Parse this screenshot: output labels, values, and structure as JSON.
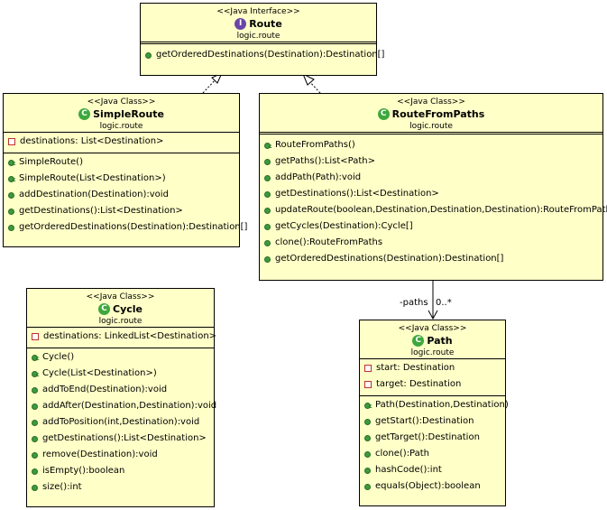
{
  "diagram": {
    "classes": {
      "route": {
        "stereotype": "<<Java Interface>>",
        "name": "Route",
        "icon": "interface-icon",
        "package": "logic.route",
        "fields": [],
        "methods": [
          "getOrderedDestinations(Destination):Destination[]"
        ]
      },
      "simpleroute": {
        "stereotype": "<<Java Class>>",
        "name": "SimpleRoute",
        "icon": "class-icon",
        "package": "logic.route",
        "fields": [
          "destinations: List<Destination>"
        ],
        "methods": [
          "SimpleRoute()",
          "SimpleRoute(List<Destination>)",
          "addDestination(Destination):void",
          "getDestinations():List<Destination>",
          "getOrderedDestinations(Destination):Destination[]"
        ]
      },
      "routefrompaths": {
        "stereotype": "<<Java Class>>",
        "name": "RouteFromPaths",
        "icon": "class-icon",
        "package": "logic.route",
        "fields": [],
        "methods": [
          "RouteFromPaths()",
          "getPaths():List<Path>",
          "addPath(Path):void",
          "getDestinations():List<Destination>",
          "updateRoute(boolean,Destination,Destination,Destination):RouteFromPaths",
          "getCycles(Destination):Cycle[]",
          "clone():RouteFromPaths",
          "getOrderedDestinations(Destination):Destination[]"
        ]
      },
      "cycle": {
        "stereotype": "<<Java Class>>",
        "name": "Cycle",
        "icon": "class-icon",
        "package": "logic.route",
        "fields": [
          "destinations: LinkedList<Destination>"
        ],
        "methods": [
          "Cycle()",
          "Cycle(List<Destination>)",
          "addToEnd(Destination):void",
          "addAfter(Destination,Destination):void",
          "addToPosition(int,Destination):void",
          "getDestinations():List<Destination>",
          "remove(Destination):void",
          "isEmpty():boolean",
          "size():int"
        ]
      },
      "path": {
        "stereotype": "<<Java Class>>",
        "name": "Path",
        "icon": "class-icon",
        "package": "logic.route",
        "fields": [
          "start: Destination",
          "target: Destination"
        ],
        "methods": [
          "Path(Destination,Destination)",
          "getStart():Destination",
          "getTarget():Destination",
          "clone():Path",
          "hashCode():int",
          "equals(Object):boolean"
        ]
      }
    },
    "association": {
      "role": "-paths",
      "multiplicity": "0..*"
    },
    "colors": {
      "box_fill": "#ffffc8",
      "method_icon": "#3c9a3c",
      "field_icon": "#c03030",
      "interface_icon": "#6b46a8"
    }
  }
}
